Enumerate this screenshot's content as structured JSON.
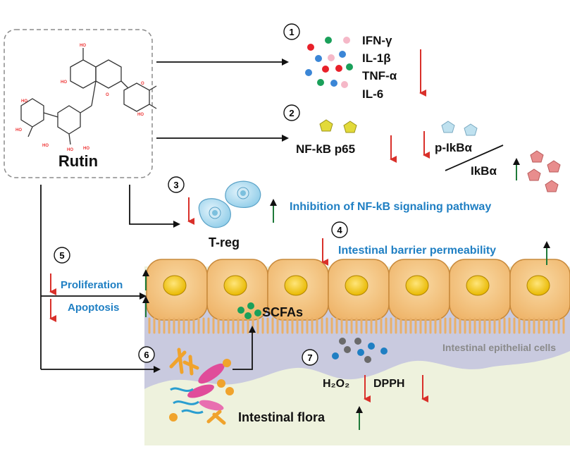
{
  "compound": {
    "name": "Rutin"
  },
  "steps": {
    "s1": "1",
    "s2": "2",
    "s3": "3",
    "s4": "4",
    "s5": "5",
    "s6": "6",
    "s7": "7"
  },
  "cytokines": [
    "IFN-γ",
    "IL-1β",
    "TNF-α",
    "IL-6"
  ],
  "nfkb": {
    "p65": "NF-kB p65",
    "p_ikba": "p-IkBα",
    "ikba": "IkBα"
  },
  "treg": {
    "label": "T-reg"
  },
  "pathway": {
    "text": "Inhibition of NF-kB signaling pathway"
  },
  "barrier": {
    "text": "Intestinal barrier permeability"
  },
  "cell_fate": {
    "proliferation": "Proliferation",
    "apoptosis": "Apoptosis"
  },
  "scfa": {
    "label": "SCFAs"
  },
  "epithelium": {
    "label": "Intestinal epithelial cells"
  },
  "oxidative": {
    "h2o2": "H₂O₂",
    "dpph": "DPPH"
  },
  "flora": {
    "label": "Intestinal flora"
  },
  "colors": {
    "up_arrow": "#1f7a3a",
    "down_arrow": "#d9302a",
    "blue_text": "#1f7fc3",
    "cell_fill": "#f4c27a",
    "nucleus": "#f2c41b",
    "lumen": "#e9eed9",
    "epithelium_band": "#c9cadf"
  }
}
